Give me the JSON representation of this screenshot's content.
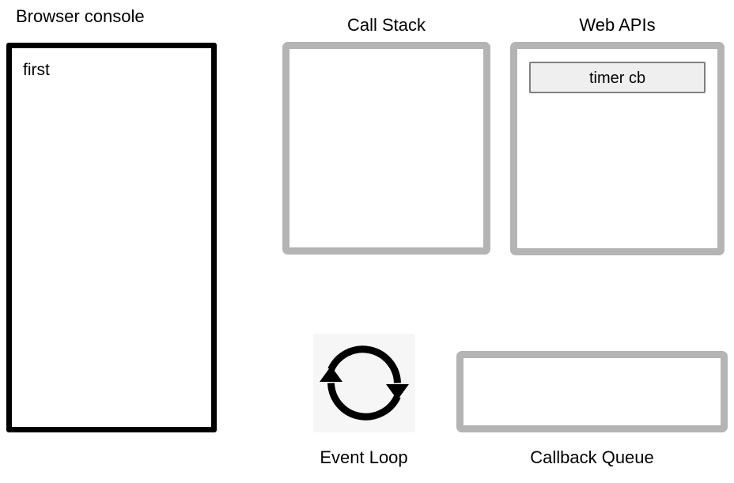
{
  "page": {
    "background": "#ffffff",
    "frame_color": "#b4b4b4",
    "console_border_color": "#000000",
    "chip_fill": "#efefef",
    "chip_border": "#808080",
    "icon_background": "#f6f6f6"
  },
  "console": {
    "title": "Browser console",
    "lines": [
      "first"
    ]
  },
  "call_stack": {
    "title": "Call Stack",
    "frames": []
  },
  "web_apis": {
    "title": "Web APIs",
    "items": [
      "timer cb"
    ]
  },
  "callback_queue": {
    "title": "Callback Queue",
    "items": []
  },
  "event_loop": {
    "title": "Event Loop",
    "icon": "circular-arrows-icon"
  }
}
